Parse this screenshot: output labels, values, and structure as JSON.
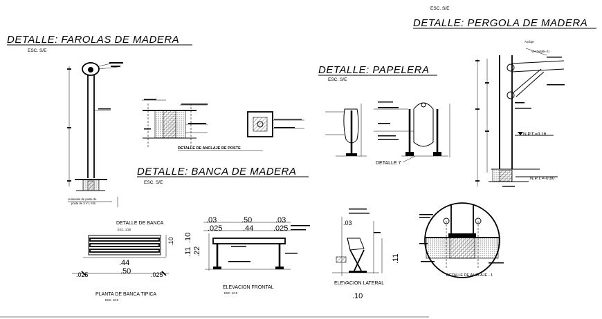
{
  "sheet": {
    "titles": {
      "farolas": "DETALLE: FAROLAS DE MADERA",
      "pergola": "DETALLE: PERGOLA DE MADERA",
      "papelera": "DETALLE: PAPELERA",
      "banca": "DETALLE: BANCA DE MADERA"
    },
    "scales": {
      "farolas": "ESC. S/E",
      "pergola": "ESC. S/E",
      "papelera": "ESC. S/E",
      "banca": "ESC. S/E"
    },
    "farolas_caption": [
      "Luminaria de poste de",
      "poste de 3 V 1 mts"
    ],
    "anclaje_caption": "DETALLE DE ANCLAJE DE POSTE",
    "detalle_7": "DETALLE 7",
    "pergola_notes": {
      "npt_016": "N.P.T.=0.16",
      "npt_080": "N.P.T.=-0.80",
      "anclaje": "Anclaje",
      "ver_detalle": "Ver Detalle 01"
    },
    "banca": {
      "detalle_label": "DETALLE DE BANCA",
      "detalle_scale": "ESC. 1/25",
      "plan_label": "PLANTA DE BANCA TIPICA",
      "plan_scale": "ESC. 1/10",
      "frontal_label": "ELEVACION FRONTAL",
      "frontal_scale": "ESC. 1/10",
      "lateral_label": "ELEVACION LATERAL",
      "anclaje_label": "DETALLE DE ANCLAJE - 1"
    },
    "dims": {
      "plan_44": ".44",
      "plan_50": ".50",
      "plan_025a": ".025",
      "plan_025b": ".025",
      "plan_10": ".10",
      "front_03a": ".03",
      "front_50": ".50",
      "front_03b": ".03",
      "front_025a": ".025",
      "front_44": ".44",
      "front_025b": ".025",
      "front_11": ".11",
      "front_10": ".10",
      "front_22": ".22",
      "lat_03": ".03",
      "lat_11": ".11",
      "lat_10": ".10"
    }
  }
}
